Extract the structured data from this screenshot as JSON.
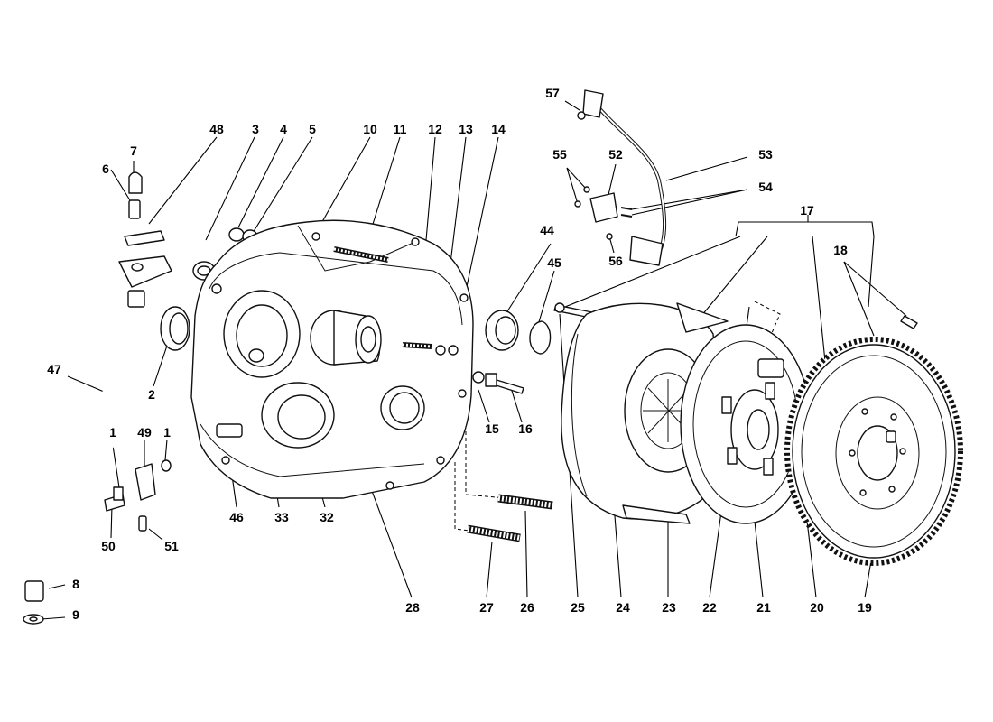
{
  "callouts": [
    {
      "id": "c57",
      "text": "57"
    },
    {
      "id": "c55",
      "text": "55"
    },
    {
      "id": "c52",
      "text": "52"
    },
    {
      "id": "c53",
      "text": "53"
    },
    {
      "id": "c54",
      "text": "54"
    },
    {
      "id": "c56",
      "text": "56"
    },
    {
      "id": "c48",
      "text": "48"
    },
    {
      "id": "c3",
      "text": "3"
    },
    {
      "id": "c4",
      "text": "4"
    },
    {
      "id": "c5",
      "text": "5"
    },
    {
      "id": "c10",
      "text": "10"
    },
    {
      "id": "c11",
      "text": "11"
    },
    {
      "id": "c12",
      "text": "12"
    },
    {
      "id": "c13",
      "text": "13"
    },
    {
      "id": "c14",
      "text": "14"
    },
    {
      "id": "c7",
      "text": "7"
    },
    {
      "id": "c6",
      "text": "6"
    },
    {
      "id": "c17",
      "text": "17"
    },
    {
      "id": "c18",
      "text": "18"
    },
    {
      "id": "c44",
      "text": "44"
    },
    {
      "id": "c45",
      "text": "45"
    },
    {
      "id": "c47",
      "text": "47"
    },
    {
      "id": "c2",
      "text": "2"
    },
    {
      "id": "c1a",
      "text": "1"
    },
    {
      "id": "c49",
      "text": "49"
    },
    {
      "id": "c1b",
      "text": "1"
    },
    {
      "id": "c50",
      "text": "50"
    },
    {
      "id": "c51",
      "text": "51"
    },
    {
      "id": "c46",
      "text": "46"
    },
    {
      "id": "c33",
      "text": "33"
    },
    {
      "id": "c32",
      "text": "32"
    },
    {
      "id": "c15",
      "text": "15"
    },
    {
      "id": "c16",
      "text": "16"
    },
    {
      "id": "c8",
      "text": "8"
    },
    {
      "id": "c9",
      "text": "9"
    },
    {
      "id": "c28",
      "text": "28"
    },
    {
      "id": "c27",
      "text": "27"
    },
    {
      "id": "c26",
      "text": "26"
    },
    {
      "id": "c25",
      "text": "25"
    },
    {
      "id": "c24",
      "text": "24"
    },
    {
      "id": "c23",
      "text": "23"
    },
    {
      "id": "c22",
      "text": "22"
    },
    {
      "id": "c21",
      "text": "21"
    },
    {
      "id": "c20",
      "text": "20"
    },
    {
      "id": "c19",
      "text": "19"
    }
  ],
  "parts": [
    "bellhousing",
    "clutch-cover",
    "clutch-disc",
    "flywheel",
    "release-bearing",
    "clutch-hydraulic-line",
    "sensor-cable",
    "stud-26",
    "stud-27",
    "seal-2",
    "seal-44",
    "circlip-45"
  ]
}
